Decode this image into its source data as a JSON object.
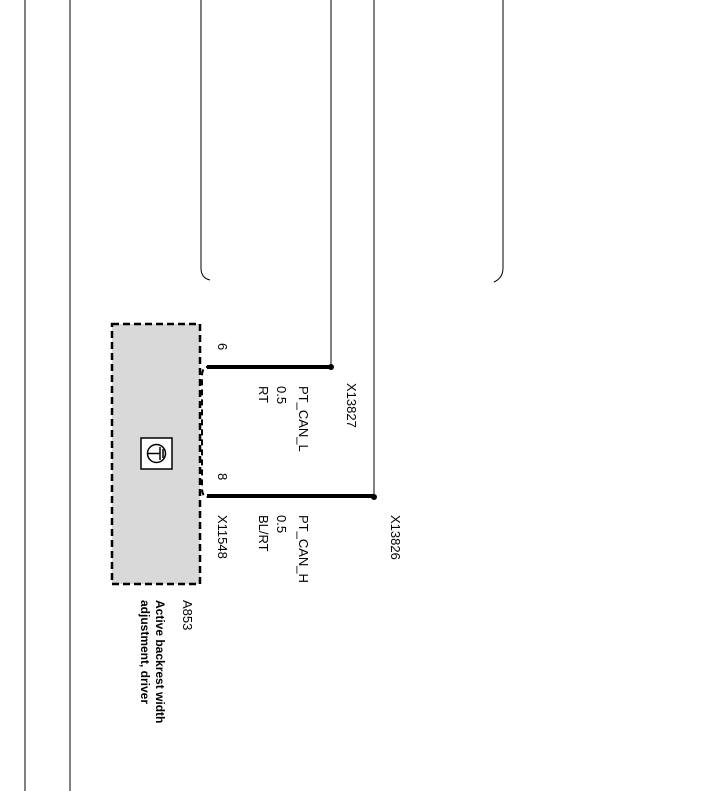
{
  "diagram": {
    "module": {
      "id": "A853",
      "description_line1": "Active backrest width",
      "description_line2": "adjustment, driver",
      "connector": "X11548",
      "fill_color": "#d9d9d9"
    },
    "pins": {
      "pin_6": "6",
      "pin_8": "8"
    },
    "wires": {
      "can_l": {
        "signal": "PT_CAN_L",
        "size": "0.5",
        "color": "RT",
        "connector": "X13827"
      },
      "can_h": {
        "signal": "PT_CAN_H",
        "size": "0.5",
        "color": "BL/RT",
        "connector": "X13826"
      }
    },
    "icons": {
      "module_symbol": "ground-symbol-icon"
    }
  }
}
